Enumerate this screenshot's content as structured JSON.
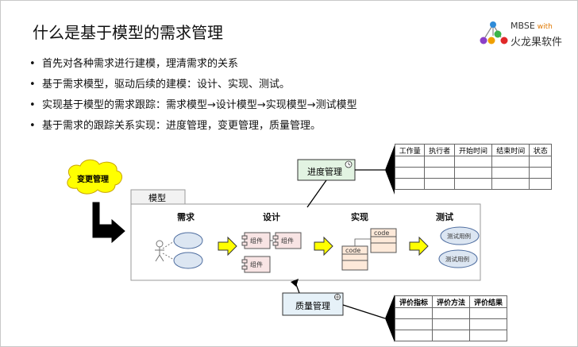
{
  "title": "什么是基于模型的需求管理",
  "logo": {
    "name": "MBSE",
    "with": "with",
    "sub": "火龙果软件"
  },
  "bullets": [
    "首先对各种需求进行建模，理清需求的关系",
    "基于需求模型，驱动后续的建模：设计、实现、测试。",
    "实现基于模型的需求跟踪：需求模型→设计模型→实现模型→测试模型",
    "基于需求的跟踪关系实现：进度管理，变更管理，质量管理。"
  ],
  "diagram": {
    "change_mgmt": "变更管理",
    "model_tab": "模型",
    "columns": [
      "需求",
      "设计",
      "实现",
      "测试"
    ],
    "component": "组件",
    "code": "code",
    "testcase": "测试用例",
    "progress": {
      "label": "进度管理",
      "headers": [
        "工作量",
        "执行者",
        "开始时间",
        "结束时间",
        "状态"
      ]
    },
    "quality": {
      "label": "质量管理",
      "headers": [
        "评价指标",
        "评价方法",
        "评价结果"
      ]
    },
    "colors": {
      "box_fill": "#e2f3e2",
      "quality_fill": "#e6f1f8",
      "arrow_fill": "#ffff00",
      "cloud_fill": "#ffff00",
      "component_fill": "#f8e4e4",
      "code_fill": "#fde9d9",
      "ellipse_fill": "#dce6f2"
    }
  }
}
